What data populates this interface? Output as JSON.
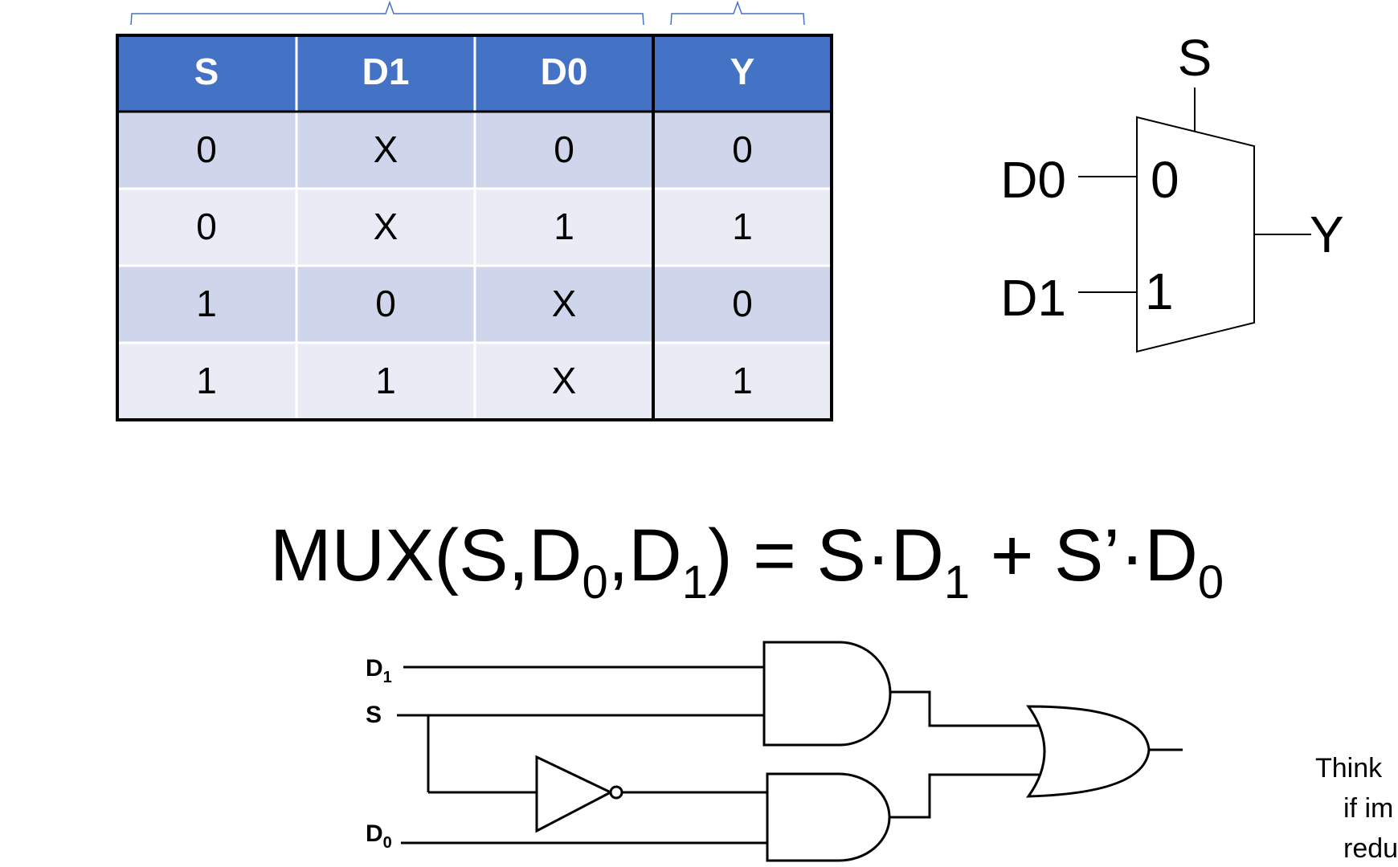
{
  "truth_table": {
    "headers": [
      "S",
      "D1",
      "D0",
      "Y"
    ],
    "rows": [
      [
        "0",
        "X",
        "0",
        "0"
      ],
      [
        "0",
        "X",
        "1",
        "1"
      ],
      [
        "1",
        "0",
        "X",
        "0"
      ],
      [
        "1",
        "1",
        "X",
        "1"
      ]
    ]
  },
  "mux_symbol": {
    "select_label": "S",
    "input0_label": "D0",
    "input1_label": "D1",
    "port0_label": "0",
    "port1_label": "1",
    "output_label": "Y"
  },
  "equation": {
    "lhs": "MUX(S,D",
    "sub0": "0",
    "comma": ",D",
    "sub1": "1",
    "mid": ") = S·D",
    "sub2": "1",
    "plus": " + S’·D",
    "sub3": "0"
  },
  "circuit": {
    "d1_label": "D",
    "d1_sub": "1",
    "s_label": "S",
    "d0_label": "D",
    "d0_sub": "0"
  },
  "side_note": {
    "line1": "Think",
    "line2": "if im",
    "line3": "redu"
  },
  "colors": {
    "header_blue": "#4472c4",
    "row_dark": "#cfd5ea",
    "row_light": "#e9ebf5"
  }
}
